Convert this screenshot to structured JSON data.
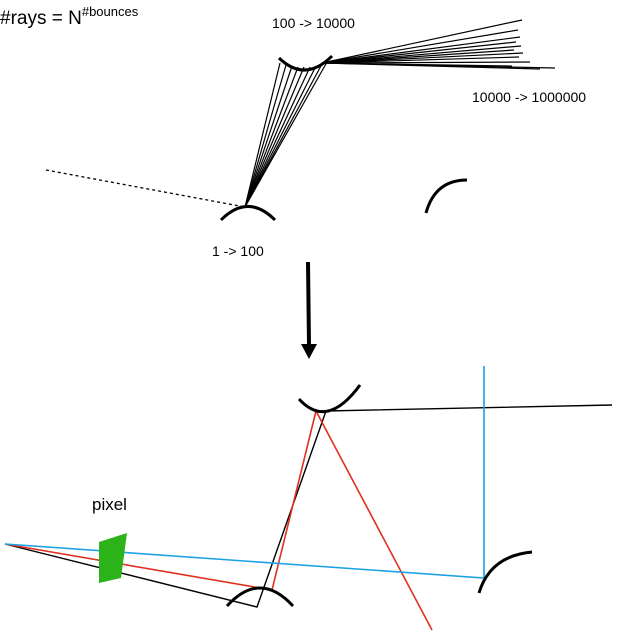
{
  "title": {
    "base": "#rays = N",
    "superscript": "#bounces"
  },
  "labels": {
    "first_bounce": "1 -> 100",
    "second_bounce": "100 -> 10000",
    "third_bounce": "10000 -> 1000000",
    "pixel": "pixel"
  },
  "colors": {
    "ink": "#000000",
    "red_path": "#e0301e",
    "blue_path": "#1ea0e6",
    "pixel_fill": "#2db31a"
  }
}
